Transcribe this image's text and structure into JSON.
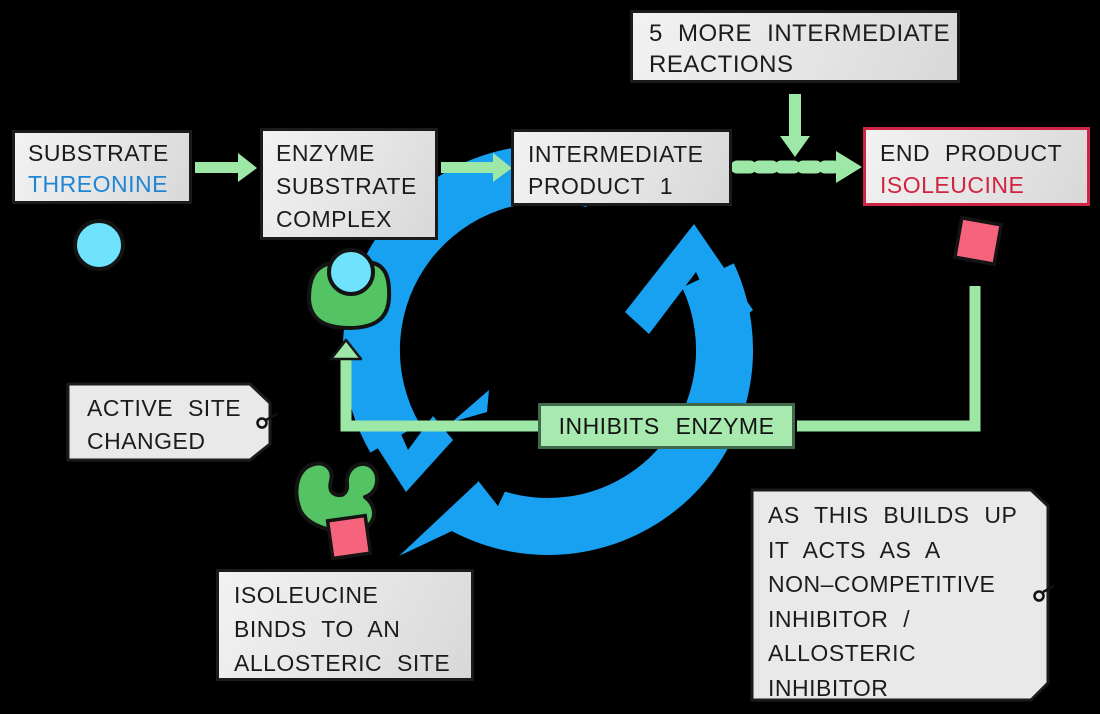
{
  "title": "End-product inhibition of enzyme pathway (threonine to isoleucine)",
  "boxes": {
    "substrate": {
      "line1": "SUBSTRATE",
      "line2": "THREONINE"
    },
    "enzyme_complex": {
      "line1": "ENZYME",
      "line2": "SUBSTRATE",
      "line3": "COMPLEX"
    },
    "intermediate": {
      "line1": "INTERMEDIATE",
      "line2": "PRODUCT 1"
    },
    "five_more": {
      "line1": "5 MORE INTERMEDIATE",
      "line2": "REACTIONS"
    },
    "end_product": {
      "line1": "END PRODUCT",
      "line2": "ISOLEUCINE"
    },
    "inhibits": {
      "label": "INHIBITS ENZYME"
    },
    "isoleucine_binds": {
      "line1": "ISOLEUCINE",
      "line2": "BINDS TO AN",
      "line3": "ALLOSTERIC SITE"
    }
  },
  "tags": {
    "active_site": {
      "line1": "ACTIVE SITE",
      "line2": "CHANGED"
    },
    "build_up": {
      "line1": "AS THIS BUILDS UP",
      "line2": "IT ACTS AS A",
      "line3": "NON–COMPETITIVE",
      "line4": "INHIBITOR /",
      "line5": "ALLOSTERIC",
      "line6": "INHIBITOR"
    }
  },
  "icons": {
    "cycle": "blue-cycle-arrows",
    "enzyme_substrate": "enzyme-with-substrate-icon",
    "inhibited_enzyme": "distorted-enzyme-icon",
    "substrate_molecule": "cyan-substrate-circle",
    "inhibitor_molecule": "pink-isoleucine-square"
  },
  "colors": {
    "background": "#000000",
    "box_fill": "#e6e6e6",
    "box_border": "#1b1b1b",
    "green_arrow": "#9de8a6",
    "inhibits_fill": "#a7e9ae",
    "inhibits_border": "#40684a",
    "cycle_blue": "#18a0f1",
    "enzyme_green": "#53c363",
    "substrate_cyan": "#6fe3fb",
    "inhibitor_pink": "#f6637c",
    "end_product_red": "#d2233f",
    "threonine_blue": "#1f86d4"
  }
}
